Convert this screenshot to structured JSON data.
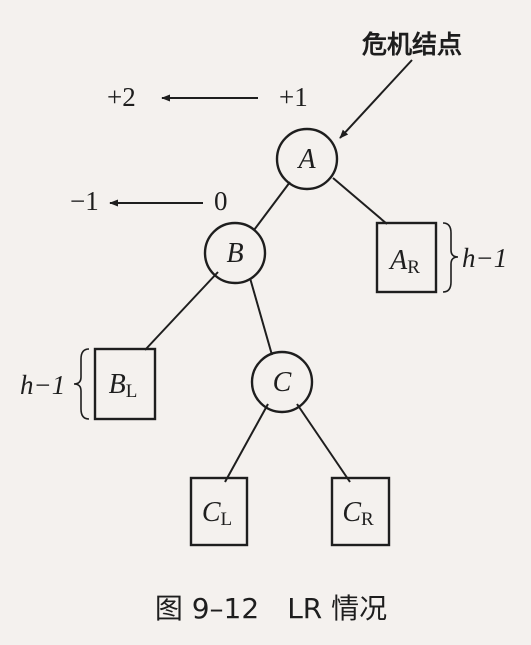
{
  "caption": "图 9–12　LR 情况",
  "critical_node_label": "危机结点",
  "nodes": {
    "A": {
      "name": "A",
      "before": "+1",
      "after": "+2"
    },
    "B": {
      "name": "B",
      "before": "0",
      "after": "−1"
    },
    "C": {
      "name": "C"
    }
  },
  "subtrees": {
    "AR": {
      "main": "A",
      "sub": "R",
      "height": "h−1"
    },
    "BL": {
      "main": "B",
      "sub": "L",
      "height": "h−1"
    },
    "CL": {
      "main": "C",
      "sub": "L"
    },
    "CR": {
      "main": "C",
      "sub": "R"
    }
  },
  "colors": {
    "ink": "#1e1e1e",
    "background": "#f4f1ee"
  }
}
